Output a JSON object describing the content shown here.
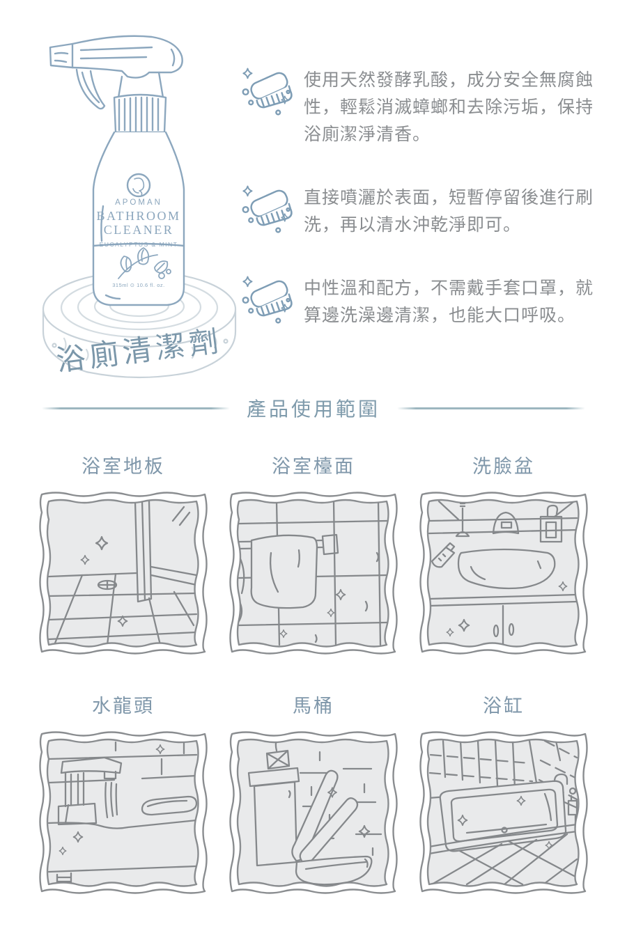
{
  "page": {
    "background": "#ffffff"
  },
  "product": {
    "brand": "APOMAN",
    "name_line1": "BATHROOM",
    "name_line2": "CLEANER",
    "scent": "EUCALYPTUS & MINT",
    "volume": "315ml ⊙ 10.6 fl. oz.",
    "stand_label": "浴廁清潔劑",
    "illustration": "spray-bottle-on-wood-stump"
  },
  "features": [
    {
      "icon": "scrub-brush-icon",
      "text": "使用天然發酵乳酸，成分安全無腐蝕性，輕鬆消滅蟑螂和去除污垢，保持浴廁潔淨清香。"
    },
    {
      "icon": "scrub-brush-icon",
      "text": "直接噴灑於表面，短暫停留後進行刷洗，再以清水沖乾淨即可。"
    },
    {
      "icon": "scrub-brush-icon",
      "text": "中性溫和配方，不需戴手套口罩，就算邊洗澡邊清潔，也能大口呼吸。"
    }
  ],
  "section": {
    "title": "產品使用範圍"
  },
  "usage_areas": [
    {
      "label": "浴室地板",
      "illustration": "bathroom-floor"
    },
    {
      "label": "浴室檯面",
      "illustration": "bathroom-countertop"
    },
    {
      "label": "洗臉盆",
      "illustration": "wash-basin"
    },
    {
      "label": "水龍頭",
      "illustration": "faucet"
    },
    {
      "label": "馬桶",
      "illustration": "toilet"
    },
    {
      "label": "浴缸",
      "illustration": "bathtub"
    }
  ],
  "colors": {
    "bottle_line": "#8ca7be",
    "heading_blue": "#7e9aab",
    "label_blue": "#7f97aa",
    "body_gray": "#8a8d90",
    "panel_line": "#85888b",
    "panel_bg": "#e9eaeb",
    "ring_gray": "#c8d2d9",
    "divider_line": "#9cb6bf"
  }
}
